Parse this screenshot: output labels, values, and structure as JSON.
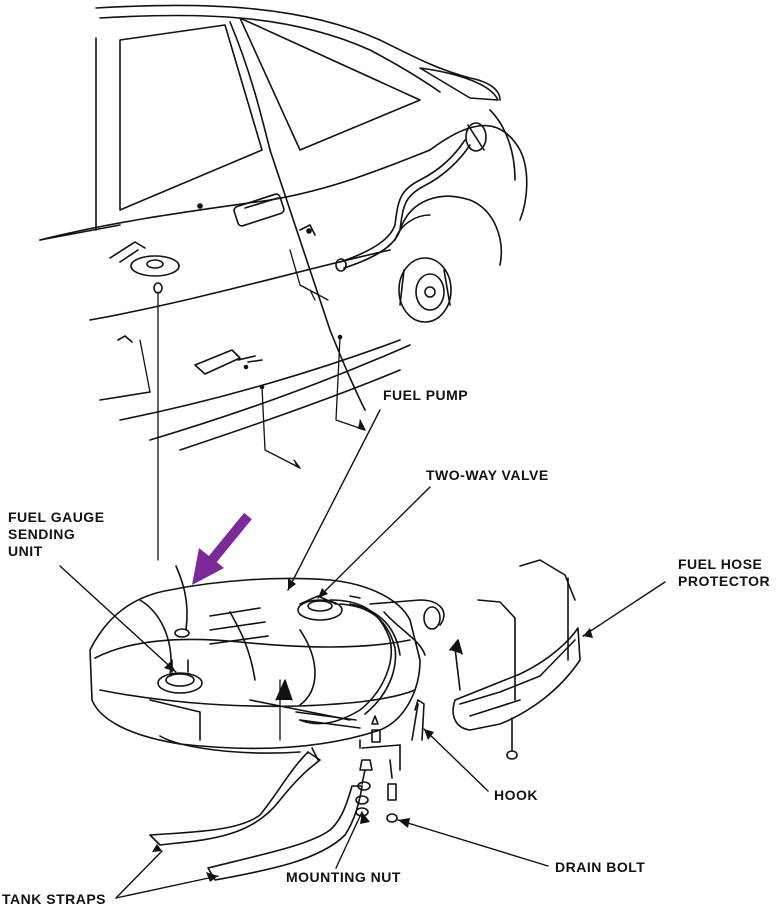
{
  "labels": {
    "fuel_pump": "FUEL PUMP",
    "two_way_valve": "TWO-WAY VALVE",
    "fuel_gauge": [
      "FUEL GAUGE",
      "SENDING",
      "UNIT"
    ],
    "fuel_hose_protector": [
      "FUEL HOSE",
      "PROTECTOR"
    ],
    "hook": "HOOK",
    "drain_bolt": "DRAIN BOLT",
    "mounting_nut": "MOUNTING NUT",
    "tank_straps": "TANK STRAPS"
  },
  "colors": {
    "line": "#111111",
    "highlight_arrow": "#7b2a99"
  }
}
